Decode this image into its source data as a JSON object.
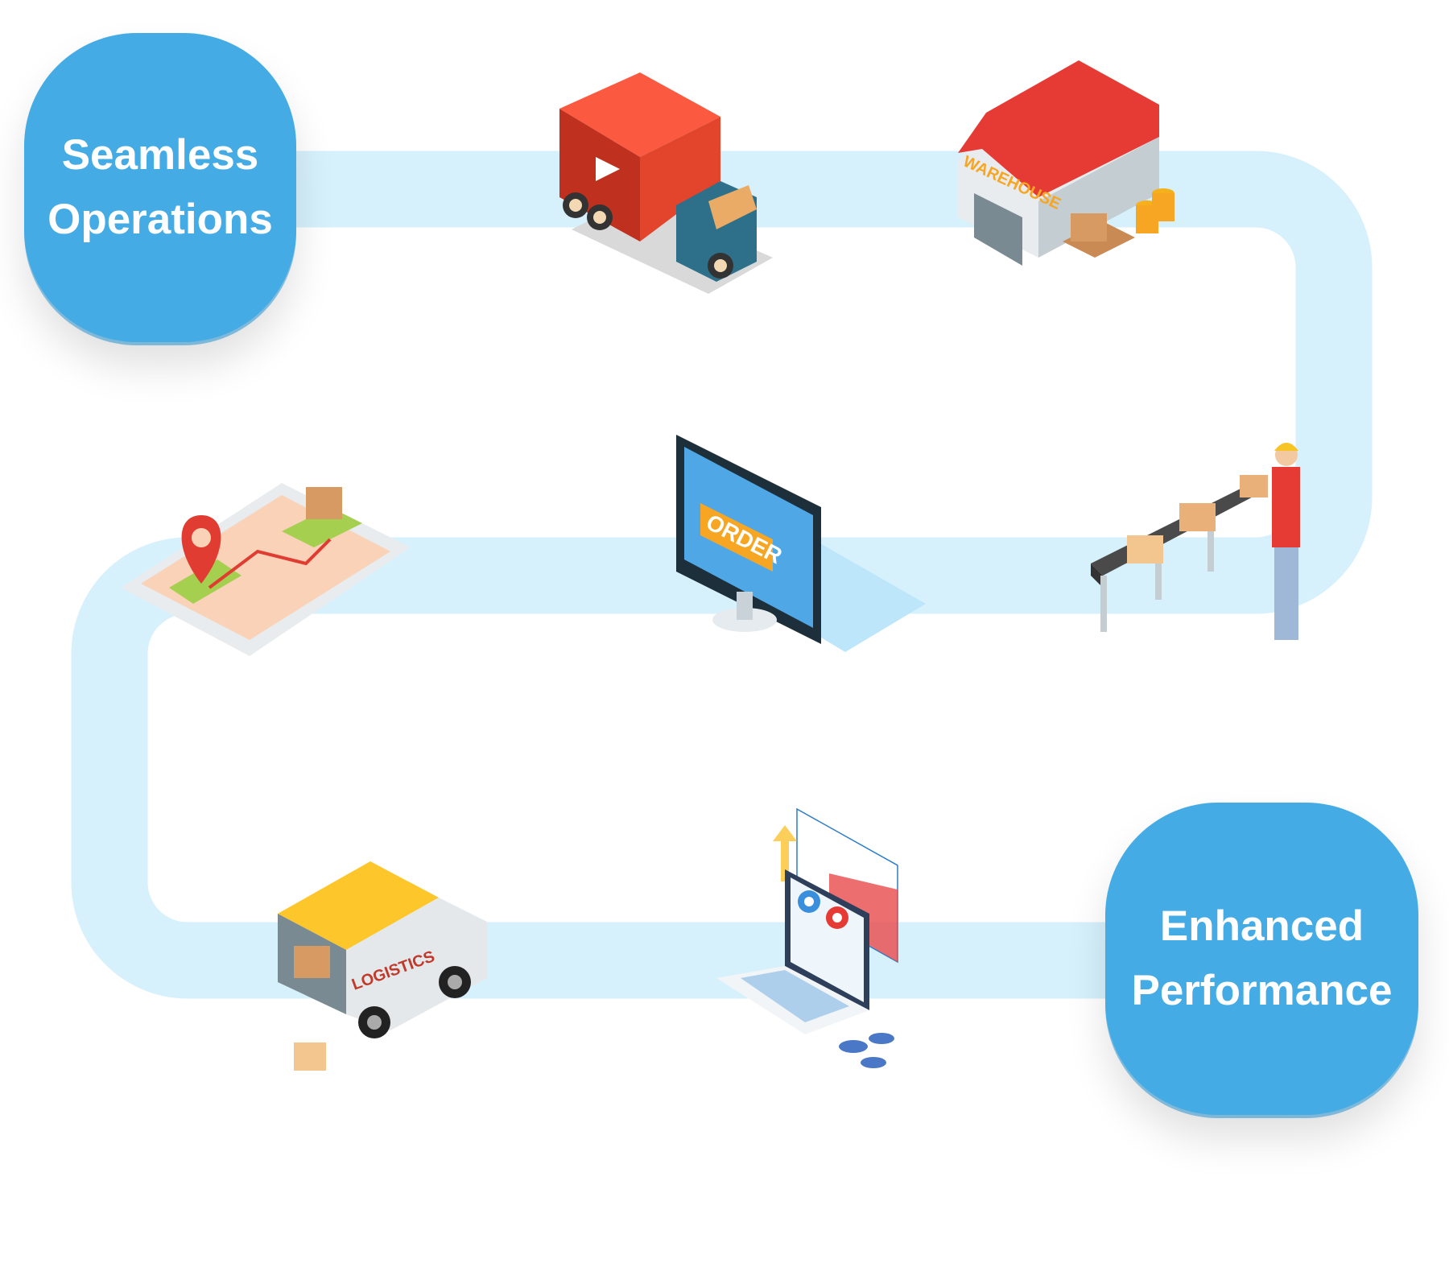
{
  "diagram": {
    "title_start": {
      "line1": "Seamless",
      "line2": "Operations"
    },
    "title_end": {
      "line1": "Enhanced",
      "line2": "Performance"
    },
    "colors": {
      "box": "#45abe5",
      "path": "#d6f1fc",
      "text": "#ffffff"
    },
    "steps": [
      {
        "name": "truck",
        "label": ""
      },
      {
        "name": "warehouse",
        "label": "WAREHOUSE"
      },
      {
        "name": "conveyor-worker",
        "label": ""
      },
      {
        "name": "online-order",
        "label": "ORDER"
      },
      {
        "name": "map-phone",
        "label": ""
      },
      {
        "name": "delivery-van",
        "label": "LOGISTICS"
      },
      {
        "name": "analytics-laptop",
        "label": ""
      }
    ]
  }
}
